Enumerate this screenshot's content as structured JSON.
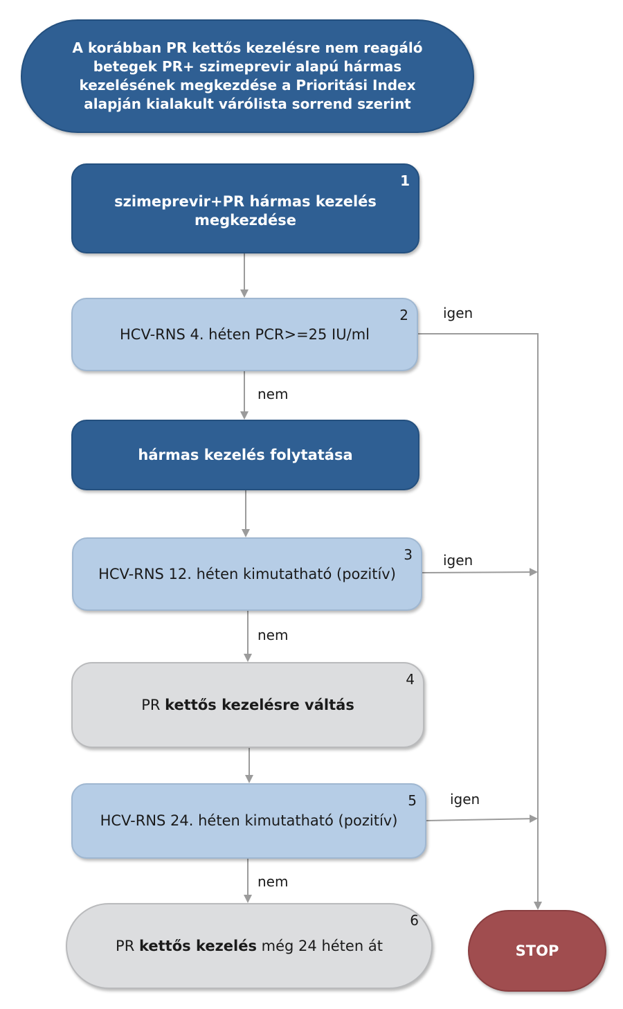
{
  "start": {
    "lines": [
      "A korábban PR kettős kezelésre nem reagáló",
      "betegek PR+ szimeprevir alapú hármas",
      "kezelésének megkezdése a Prioritási Index",
      "alapján kialakult várólista sorrend szerint"
    ]
  },
  "step1": {
    "num": "1",
    "lines": [
      "szimeprevir+PR hármas kezelés",
      "megkezdése"
    ]
  },
  "step2": {
    "num": "2",
    "text": "HCV-RNS 4. héten PCR>=25 IU/ml"
  },
  "continue": {
    "text": "hármas kezelés folytatása"
  },
  "step3": {
    "num": "3",
    "text": "HCV-RNS 12. héten kimutatható (pozitív)"
  },
  "step4": {
    "num": "4",
    "pre": "PR ",
    "bold": "kettős kezelésre váltás"
  },
  "step5": {
    "num": "5",
    "text": "HCV-RNS 24. héten kimutatható (pozitív)"
  },
  "step6": {
    "num": "6",
    "pre": "PR ",
    "bold": "kettős kezelés",
    "post": " még 24 héten át"
  },
  "stop": {
    "text": "STOP"
  },
  "edge_labels": {
    "yes2": "igen",
    "no2": "nem",
    "yes3": "igen",
    "no3": "nem",
    "yes5": "igen",
    "no5": "nem"
  },
  "colors": {
    "dark_blue": "#2f5f93",
    "light_blue": "#b6cde6",
    "grey": "#dcdddf",
    "stop_red": "#a04d4f",
    "arrow": "#9b9b9b"
  }
}
